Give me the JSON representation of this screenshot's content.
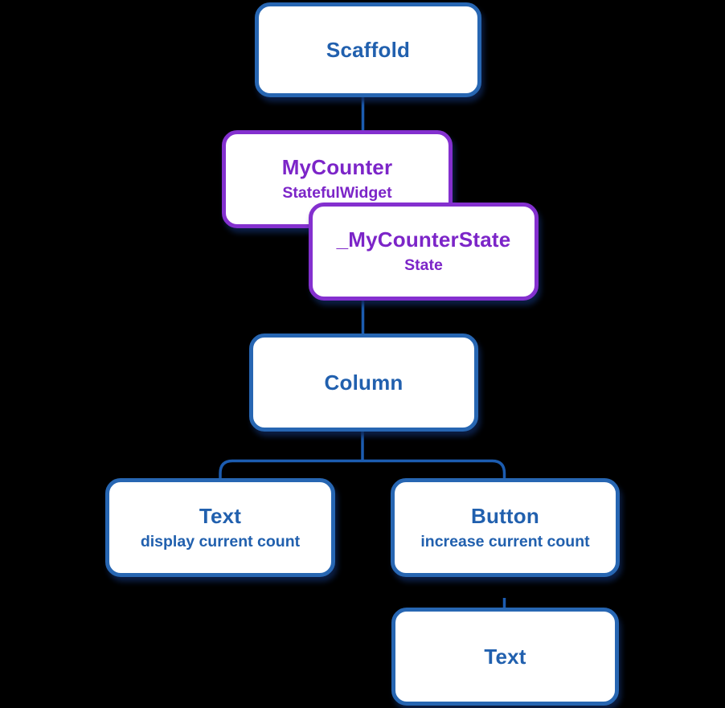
{
  "diagram": {
    "description": "Flutter counter app widget tree",
    "background": "#000000",
    "theme_colors": {
      "canvas_bg": "#000000",
      "node_bg": "#ffffff",
      "widget_blue": "#2766b2",
      "state_purple": "#8430cf",
      "text_blue": "#2160ae",
      "text_purple": "#7c25c8",
      "connector_blue": "#1c5cb0"
    },
    "nodes": {
      "scaffold": {
        "title": "Scaffold"
      },
      "mycounter": {
        "title": "MyCounter",
        "subtitle": "StatefulWidget"
      },
      "mycounterstate": {
        "title": "_MyCounterState",
        "subtitle": "State"
      },
      "column": {
        "title": "Column"
      },
      "text_display": {
        "title": "Text",
        "subtitle": "display current count"
      },
      "button": {
        "title": "Button",
        "subtitle": "increase current count"
      },
      "text_child": {
        "title": "Text"
      }
    },
    "edges": [
      {
        "from": "scaffold",
        "to": "mycounter"
      },
      {
        "from": "mycounter",
        "to": "mycounterstate",
        "style": "overlap"
      },
      {
        "from": "mycounterstate",
        "to": "column"
      },
      {
        "from": "column",
        "to": "text_display"
      },
      {
        "from": "column",
        "to": "button"
      },
      {
        "from": "button",
        "to": "text_child"
      }
    ]
  }
}
